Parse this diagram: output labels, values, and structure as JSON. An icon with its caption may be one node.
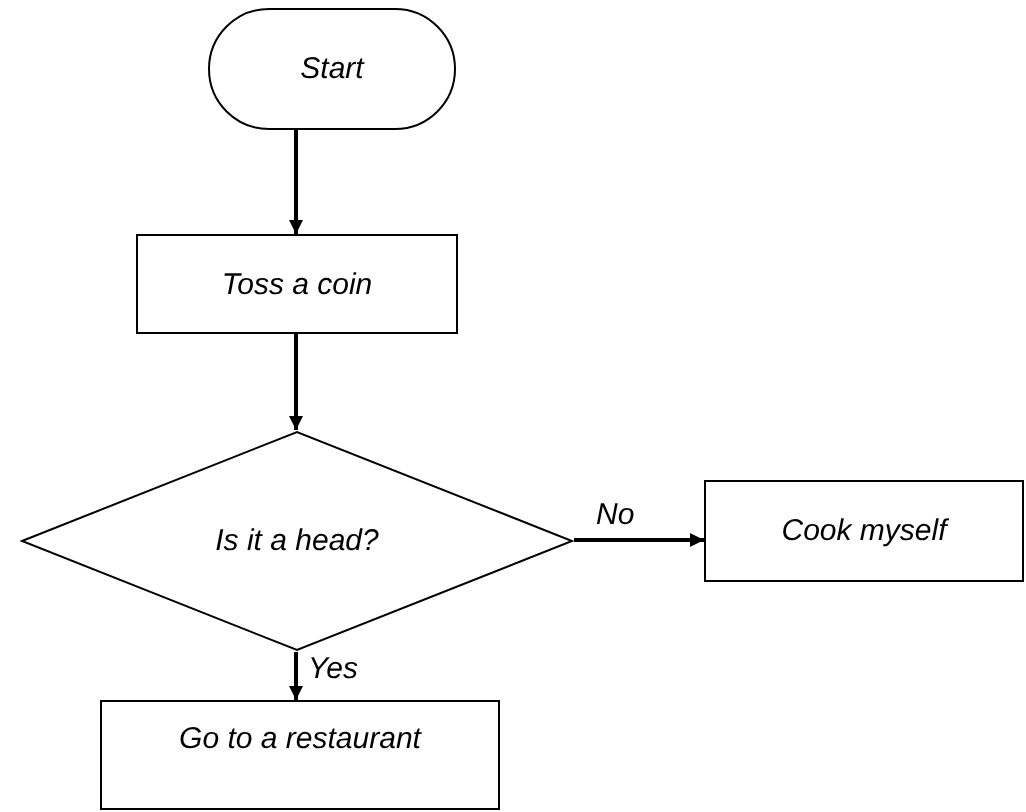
{
  "diagram": {
    "nodes": [
      {
        "text": [
          "Start"
        ]
      },
      {
        "text": [
          "Toss a coin"
        ]
      },
      {
        "text": [
          "Is it a head?"
        ]
      },
      {
        "text": [
          "Cook myself"
        ]
      },
      {
        "text": [
          "Go to a restaurant"
        ]
      }
    ],
    "edges": [
      {
        "from": 0,
        "to": 1,
        "arrow": "to"
      },
      {
        "from": 1,
        "to": 2,
        "arrow": "to"
      },
      {
        "from": 2,
        "to": 3,
        "arrow": "to",
        "label": "No"
      },
      {
        "from": 2,
        "to": 4,
        "arrow": "to",
        "label": "Yes"
      }
    ]
  }
}
